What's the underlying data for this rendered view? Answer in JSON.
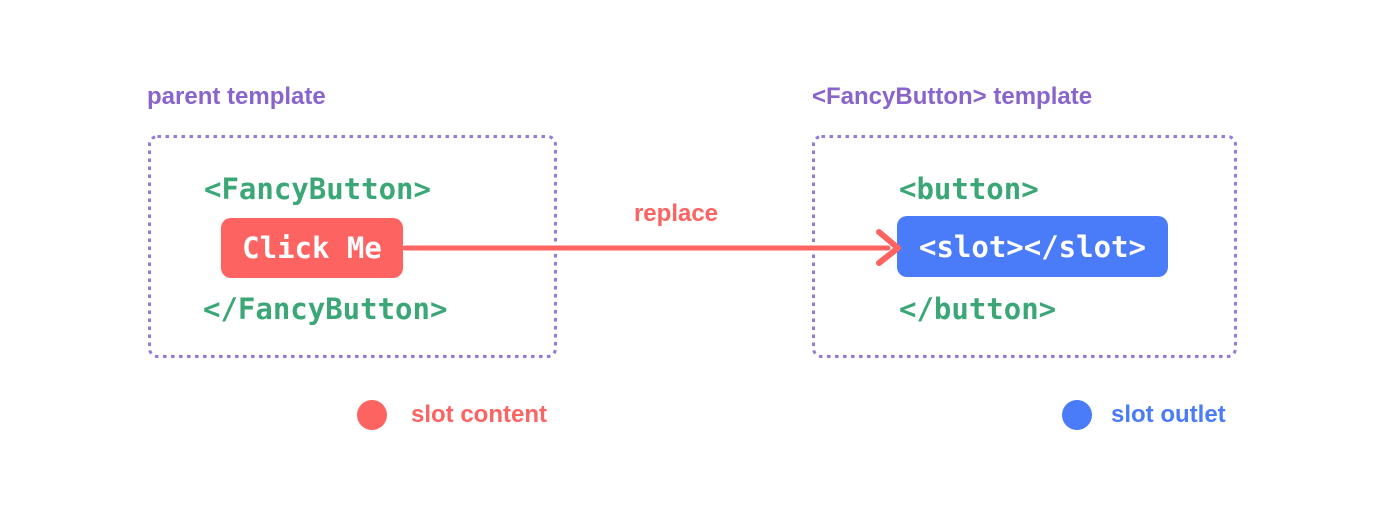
{
  "diagram": {
    "left_panel": {
      "title": "parent template",
      "code_open": "<FancyButton>",
      "button_label": "Click Me",
      "code_close": "</FancyButton>"
    },
    "right_panel": {
      "title": "<FancyButton> template",
      "code_open": "<button>",
      "slot_label": "<slot></slot>",
      "code_close": "</button>"
    },
    "arrow": {
      "label": "replace"
    },
    "legend": {
      "content": {
        "label": "slot content",
        "color": "#fc6361"
      },
      "outlet": {
        "label": "slot outlet",
        "color": "#4a7bf8"
      }
    },
    "colors": {
      "red": "#fc6361",
      "green": "#3ba776",
      "blue": "#4a7bf8",
      "purple_title": "#8a64cd",
      "purple_border": "#9678d8",
      "background": "#ffffff",
      "white_text": "#ffffff"
    }
  }
}
